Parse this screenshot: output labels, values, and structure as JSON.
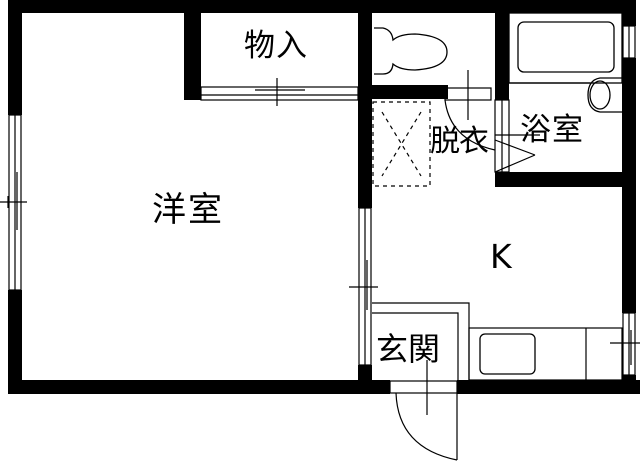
{
  "floor_plan": {
    "type": "apartment-1K",
    "colors": {
      "wall": "#000000",
      "line": "#000000",
      "background": "#ffffff"
    },
    "rooms": [
      {
        "id": "western",
        "label": "洋室"
      },
      {
        "id": "storage",
        "label": "物入"
      },
      {
        "id": "dressing",
        "label": "脱衣"
      },
      {
        "id": "bath",
        "label": "浴室"
      },
      {
        "id": "kitchen",
        "label": "K"
      },
      {
        "id": "entrance",
        "label": "玄関"
      }
    ],
    "fixtures": [
      {
        "id": "toilet",
        "icon": "toilet-icon"
      },
      {
        "id": "bathtub",
        "icon": "bathtub-icon"
      },
      {
        "id": "washbasin",
        "icon": "washbasin-icon"
      },
      {
        "id": "washing-machine-space",
        "icon": "laundry-space-icon"
      },
      {
        "id": "kitchen-sink",
        "icon": "sink-icon"
      },
      {
        "id": "entrance-door",
        "icon": "door-swing-icon"
      }
    ]
  }
}
